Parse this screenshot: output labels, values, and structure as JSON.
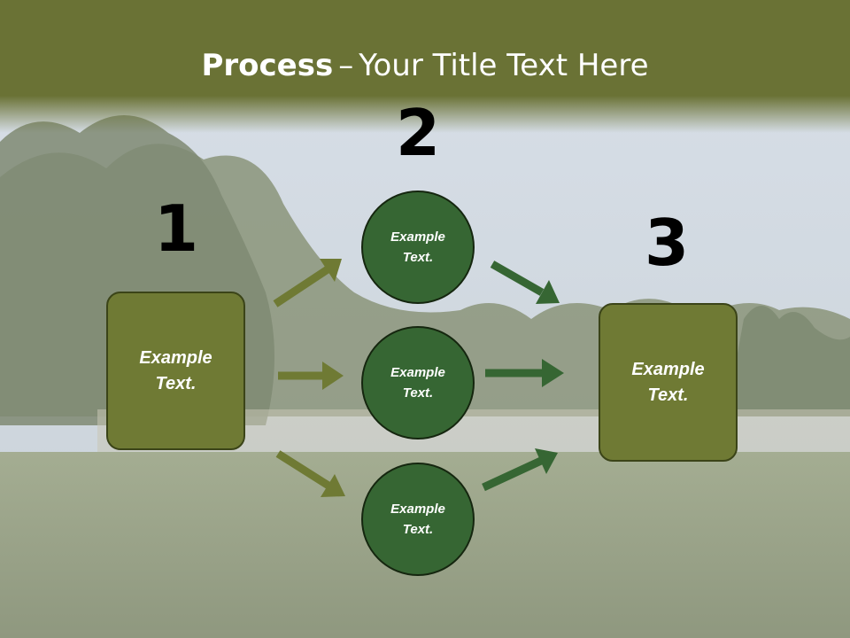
{
  "slide": {
    "title_bold": "Process",
    "title_separator": "–",
    "title_rest": "Your Title Text Here"
  },
  "steps": {
    "step1": {
      "number": "1",
      "text": "Example Text."
    },
    "step2": {
      "number": "2"
    },
    "step3": {
      "number": "3",
      "text": "Example Text."
    }
  },
  "circles": [
    {
      "text": "Example Text."
    },
    {
      "text": "Example Text."
    },
    {
      "text": "Example Text."
    }
  ],
  "colors": {
    "header_band": "#6a7235",
    "box_fill": "#6f7a34",
    "circle_fill": "#366633",
    "arrow_olive": "#6f7a34",
    "arrow_green": "#366633"
  }
}
